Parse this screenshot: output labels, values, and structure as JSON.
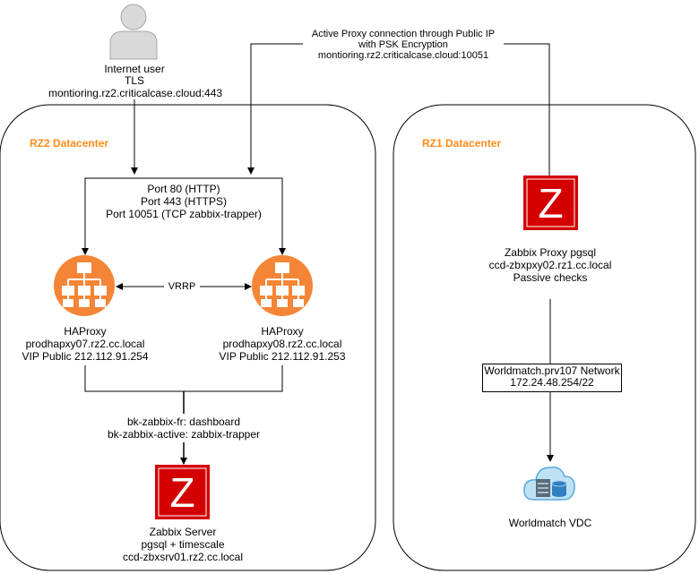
{
  "internet_user": {
    "label": "Internet user",
    "protocol": "TLS",
    "url": "montioring.rz2.criticalcase.cloud:443"
  },
  "active_proxy": {
    "line1": "Active Proxy connection through Public IP",
    "line2": "with PSK Encryption",
    "line3": "montioring.rz2.criticalcase.cloud:10051"
  },
  "rz2": {
    "title": "RZ2 Datacenter",
    "ports": [
      "Port 80 (HTTP)",
      "Port 443 (HTTPS)",
      "Port 10051 (TCP zabbix-trapper)"
    ],
    "vrrp": "VRRP",
    "haproxy1": {
      "name": "HAProxy",
      "host": "prodhapxy07.rz2.cc.local",
      "vip": "VIP Public 212.112.91.254"
    },
    "haproxy2": {
      "name": "HAProxy",
      "host": "prodhapxy08.rz2.cc.local",
      "vip": "VIP Public 212.112.91.253"
    },
    "backends": [
      "bk-zabbix-fr: dashboard",
      "bk-zabbix-active: zabbix-trapper"
    ],
    "server": {
      "name": "Zabbix Server",
      "db": "pgsql + timescale",
      "host": "ccd-zbxsrv01.rz2.cc.local"
    }
  },
  "rz1": {
    "title": "RZ1 Datacenter",
    "proxy": {
      "name": "Zabbix Proxy pgsql",
      "host": "ccd-zbxpxy02.rz1.cc.local",
      "mode": "Passive checks"
    },
    "network": {
      "name": "Worldmatch.prv107 Network",
      "subnet": "172.24.48.254/22"
    },
    "vdc": {
      "name": "Worldmatch VDC"
    }
  },
  "colors": {
    "haproxy_orange": "#f58536",
    "zabbix_red": "#d40000",
    "datacenter_title": "#ff8c1a",
    "cloud_blue": "#5aa9dc"
  },
  "icons": {
    "user": "person-icon",
    "haproxy": "load-balancer-icon",
    "zabbix": "zabbix-logo-icon",
    "vdc": "cloud-server-icon"
  }
}
